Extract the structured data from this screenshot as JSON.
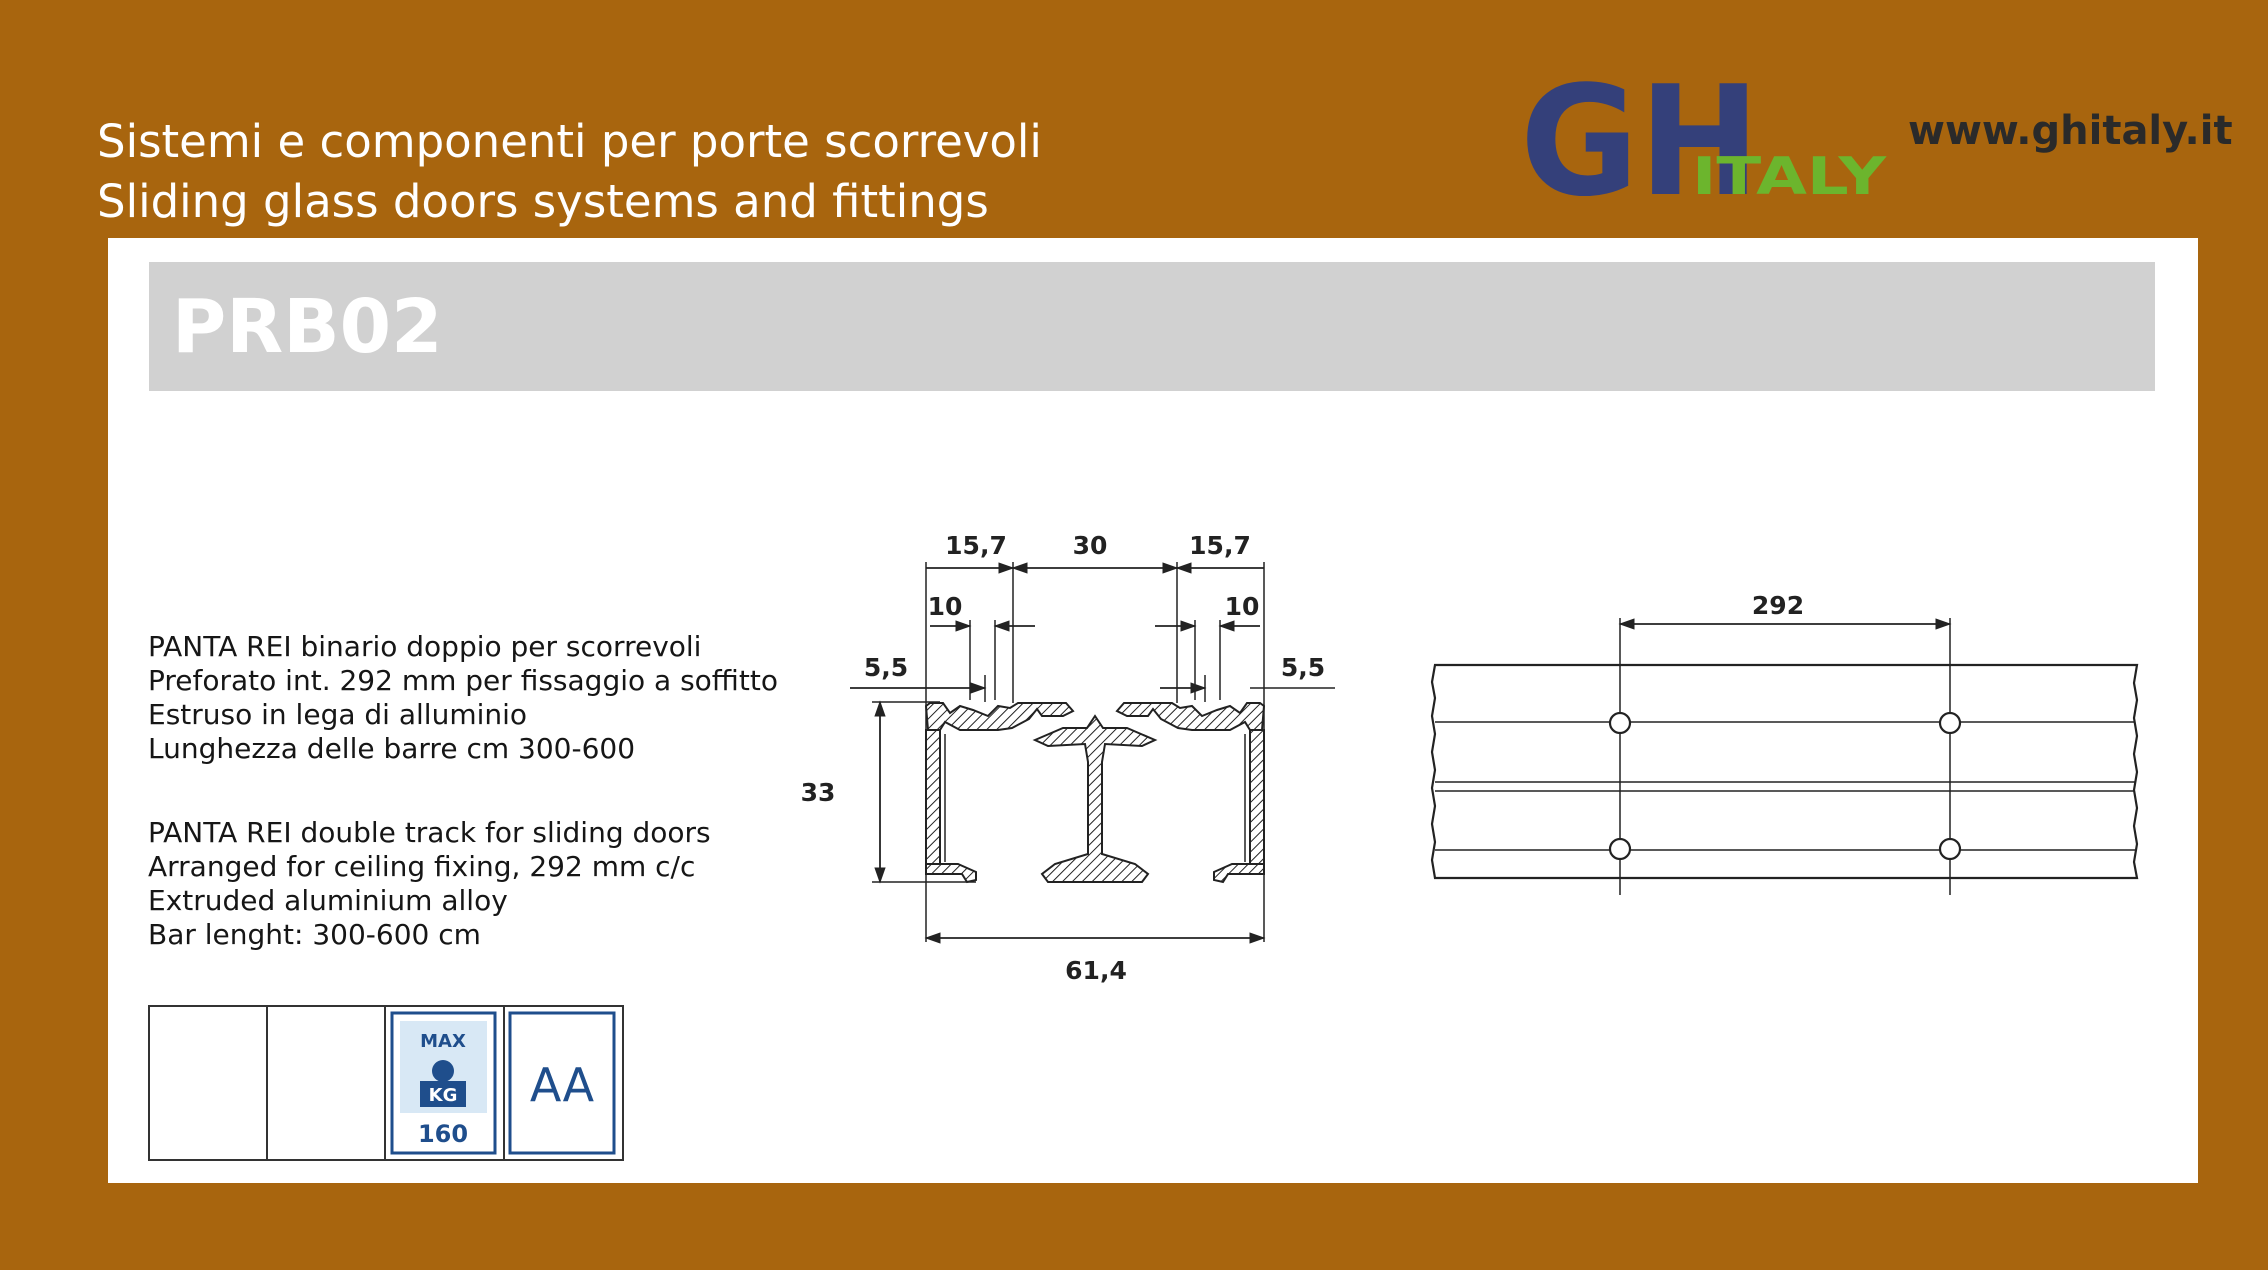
{
  "header": {
    "line_it": "Sistemi e componenti per porte scorrevoli",
    "line_en": "Sliding glass doors systems and fittings",
    "website": "www.ghitaly.it"
  },
  "logo": {
    "gh": "GH",
    "italy": "ITALY",
    "color_blue": "#34407a",
    "color_green": "#6cb52d"
  },
  "product": {
    "code": "PRB02",
    "description_it": [
      "PANTA REI binario doppio per scorrevoli",
      "Preforato int. 292 mm per fissaggio a soffitto",
      "Estruso in lega di alluminio",
      "Lunghezza delle barre cm 300-600"
    ],
    "description_en": [
      "PANTA REI double track for sliding doors",
      "Arranged for ceiling fixing, 292 mm c/c",
      "Extruded aluminium alloy",
      "Bar lenght: 300-600 cm"
    ]
  },
  "dimensions": {
    "d_top_left": "15,7",
    "d_top_mid": "30",
    "d_top_right": "15,7",
    "d_inner_left": "10",
    "d_inner_right": "10",
    "d_side_left": "5,5",
    "d_side_right": "5,5",
    "d_height": "33",
    "d_width": "61,4",
    "d_holes": "292"
  },
  "icons": {
    "max_label": "MAX",
    "kg_label": "KG",
    "load_value": "160",
    "aa_label": "AA",
    "color": "#1f4e8c"
  },
  "colors": {
    "background": "#a8650e",
    "panel": "#ffffff",
    "title_bar": "#d1d1d1"
  }
}
